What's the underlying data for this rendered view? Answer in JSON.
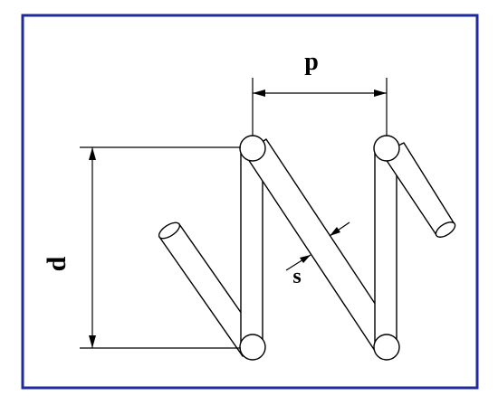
{
  "diagram": {
    "labels": {
      "pitch": "p",
      "diameter": "d",
      "thickness": "s"
    },
    "colors": {
      "frame": "#1f2a9c",
      "stroke": "#000000",
      "background": "#ffffff"
    }
  }
}
